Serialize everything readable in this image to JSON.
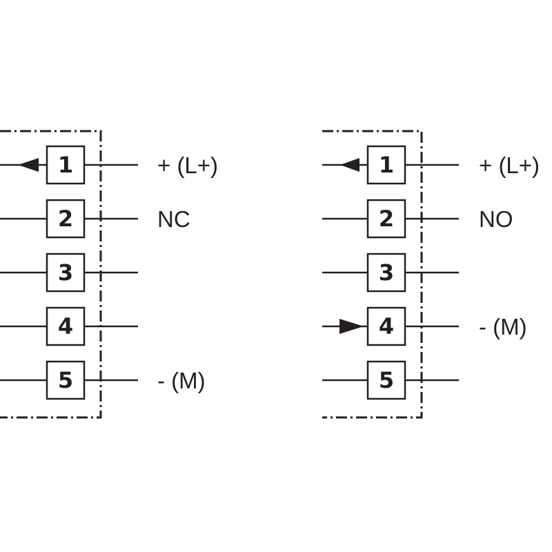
{
  "diagrams": [
    {
      "pins": [
        {
          "number": "1",
          "label": "+ (L+)",
          "arrow": "left"
        },
        {
          "number": "2",
          "label": "NC",
          "arrow": ""
        },
        {
          "number": "3",
          "label": "",
          "arrow": ""
        },
        {
          "number": "4",
          "label": "",
          "arrow": ""
        },
        {
          "number": "5",
          "label": "- (M)",
          "arrow": ""
        }
      ]
    },
    {
      "pins": [
        {
          "number": "1",
          "label": "+ (L+)",
          "arrow": "left"
        },
        {
          "number": "2",
          "label": "NO",
          "arrow": ""
        },
        {
          "number": "3",
          "label": "",
          "arrow": ""
        },
        {
          "number": "4",
          "label": "- (M)",
          "arrow": "right"
        },
        {
          "number": "5",
          "label": "",
          "arrow": ""
        }
      ]
    }
  ],
  "colors": {
    "ink": "#231f20",
    "background": "#ffffff"
  }
}
